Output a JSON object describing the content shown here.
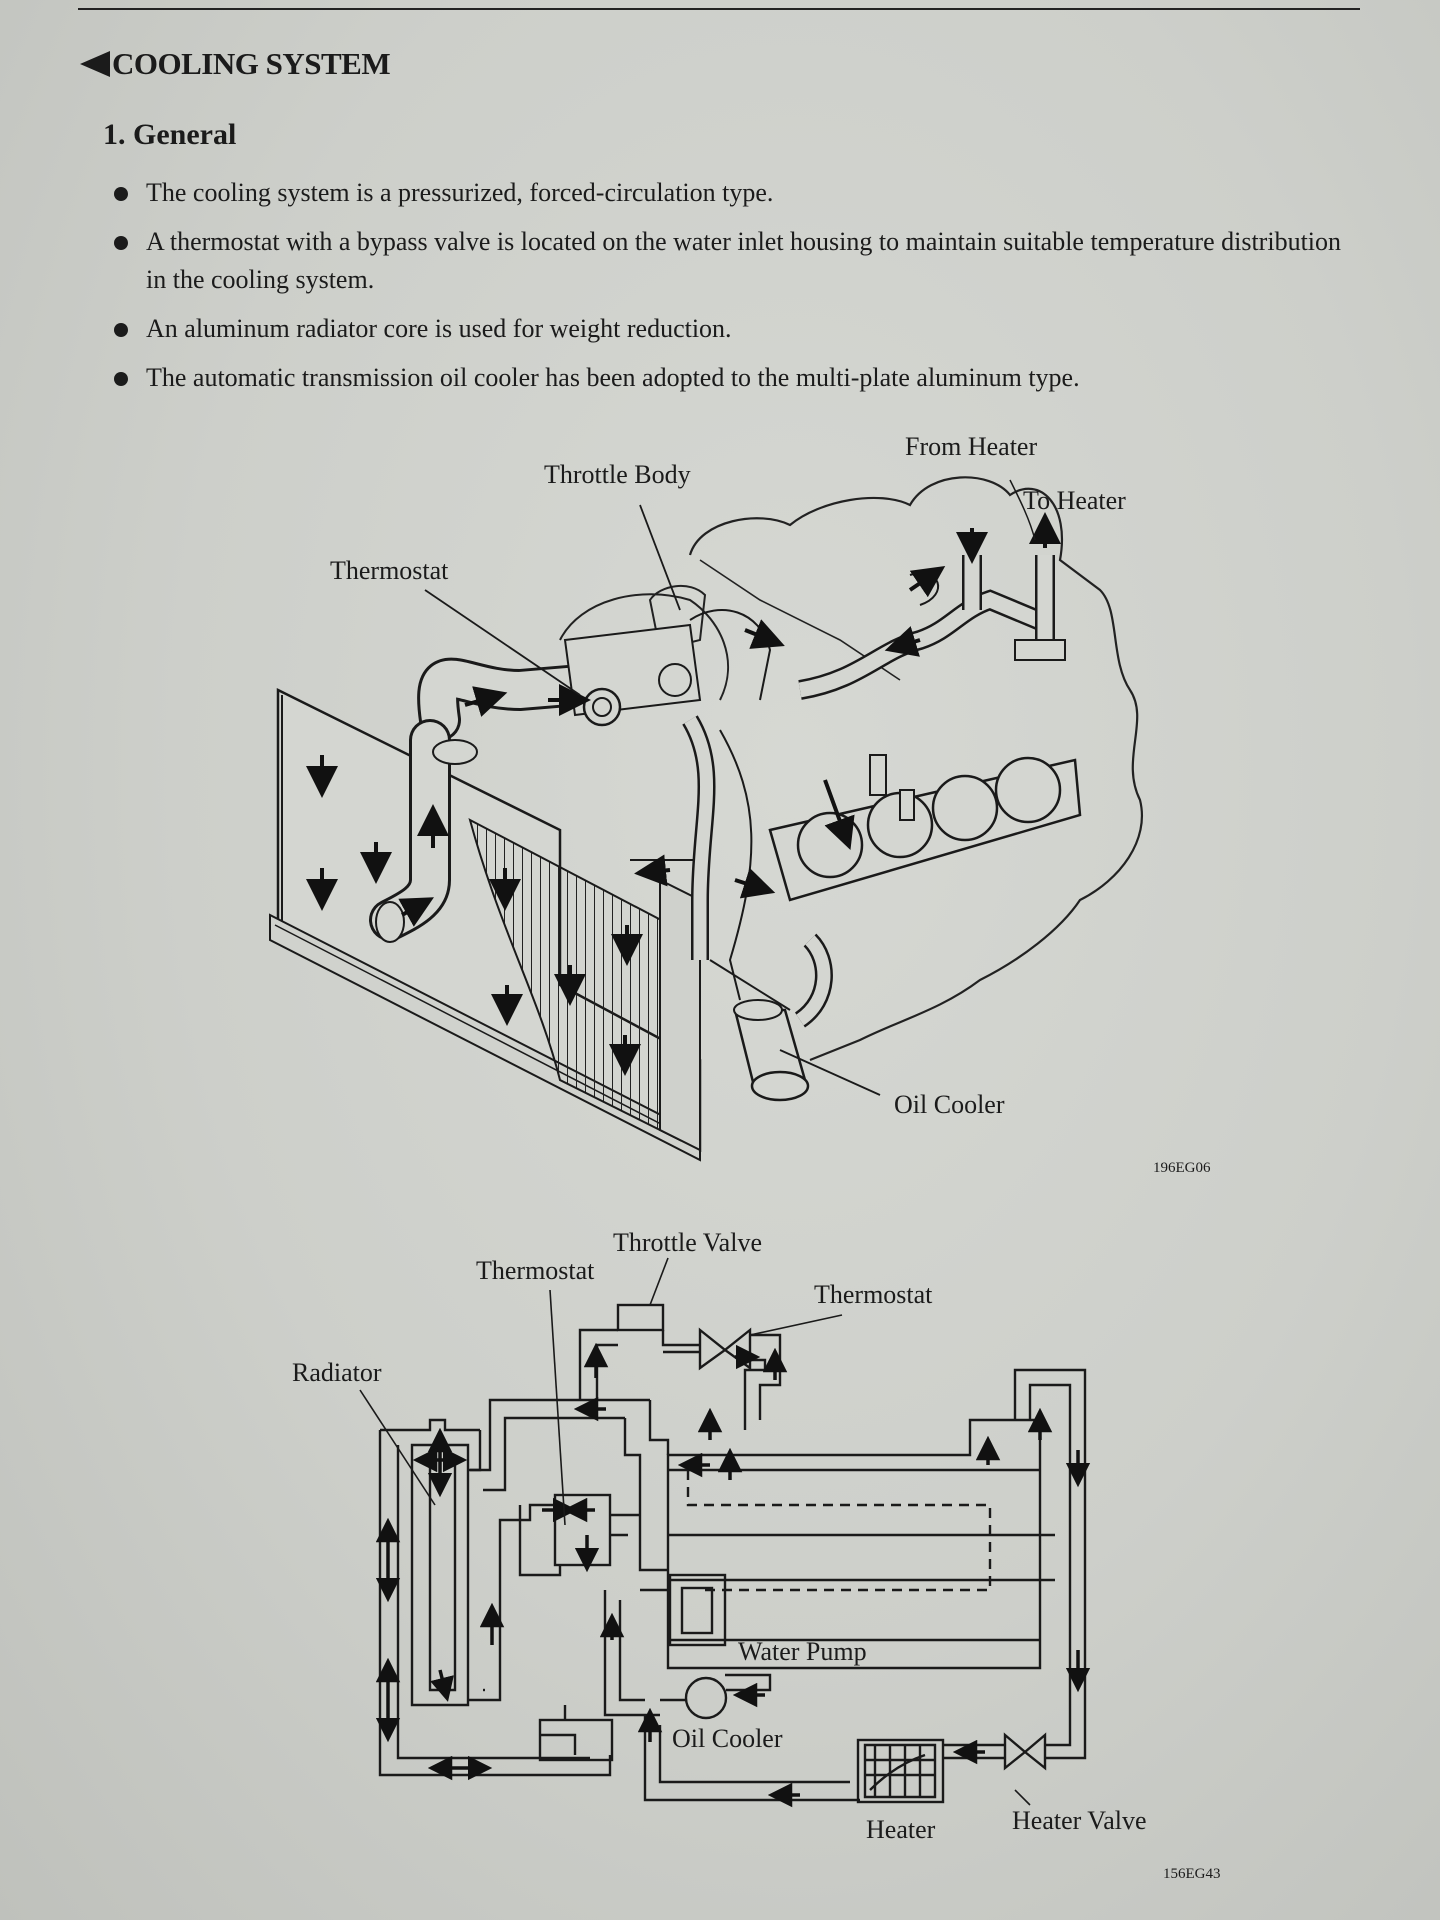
{
  "header": {
    "title": "COOLING SYSTEM"
  },
  "section": {
    "heading": "1. General"
  },
  "bullets": [
    "The cooling system is a pressurized, forced-circulation type.",
    "A thermostat with a bypass valve is located on the water inlet housing to maintain suitable temperature distribution in the cooling system.",
    "An aluminum radiator core is used for weight reduction.",
    "The automatic transmission oil cooler has been adopted to the multi-plate aluminum type."
  ],
  "figure1": {
    "labels": {
      "from_heater": "From Heater",
      "throttle_body": "Throttle Body",
      "to_heater": "To Heater",
      "thermostat": "Thermostat",
      "oil_cooler": "Oil Cooler"
    },
    "code": "196EG06"
  },
  "figure2": {
    "labels": {
      "throttle_valve": "Throttle Valve",
      "thermostat_left": "Thermostat",
      "thermostat_right": "Thermostat",
      "radiator": "Radiator",
      "water_pump": "Water Pump",
      "oil_cooler": "Oil Cooler",
      "heater": "Heater",
      "heater_valve": "Heater Valve"
    },
    "code": "156EG43"
  }
}
